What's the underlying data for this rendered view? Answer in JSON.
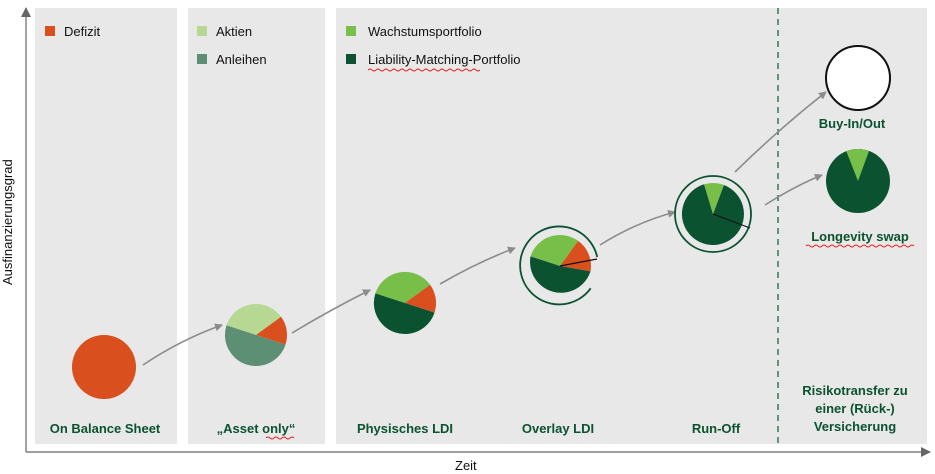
{
  "axes": {
    "y_label": "Ausfinanzierungsgrad",
    "x_label": "Zeit"
  },
  "colors": {
    "panel": "#e8e8e8",
    "defizit": "#d9501e",
    "aktien": "#b7d893",
    "anleihen": "#5c8f73",
    "wachstum": "#78bf49",
    "liability": "#0b5231",
    "dashed_line": "#2d7a50",
    "arrow": "#8c8c8c"
  },
  "legends": {
    "panel1": [
      {
        "label": "Defizit",
        "color_key": "defizit"
      }
    ],
    "panel2": [
      {
        "label": "Aktien",
        "color_key": "aktien"
      },
      {
        "label": "Anleihen",
        "color_key": "anleihen"
      }
    ],
    "panel3": [
      {
        "label": "Wachstumsportfolio",
        "color_key": "wachstum"
      },
      {
        "label": "Liability-Matching-Portfolio",
        "color_key": "liability"
      }
    ]
  },
  "stages": [
    {
      "label": "On Balance Sheet"
    },
    {
      "label": "„Asset only“"
    },
    {
      "label": "Physisches LDI"
    },
    {
      "label": "Overlay LDI"
    },
    {
      "label": "Run-Off"
    }
  ],
  "right_section": {
    "title_lines": [
      "Risikotransfer zu",
      "einer (Rück-)",
      "Versicherung"
    ],
    "buy_in_out": "Buy-In/Out",
    "longevity_swap": "Longevity swap"
  }
}
